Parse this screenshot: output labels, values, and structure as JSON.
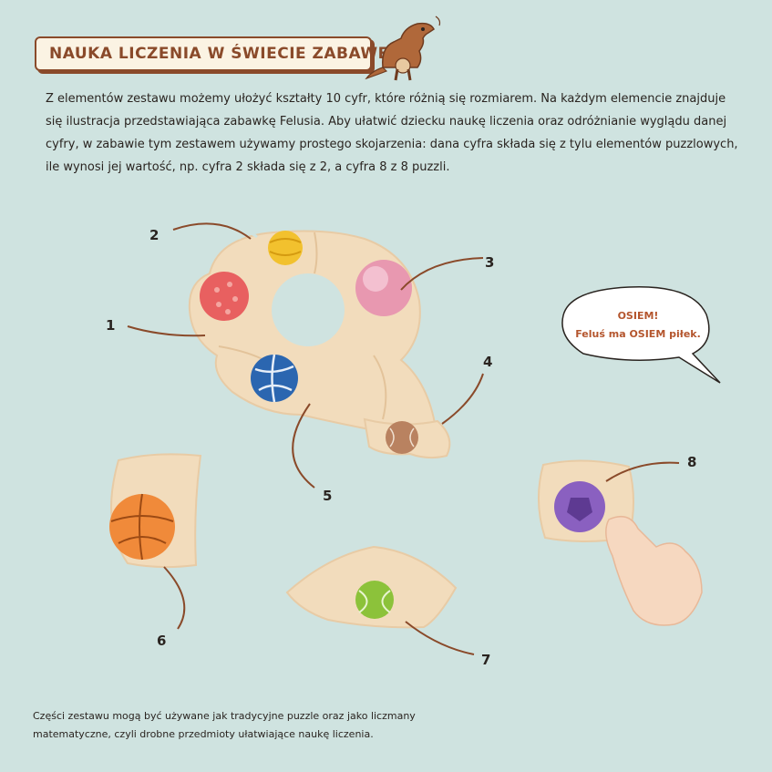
{
  "header": {
    "title": "NAUKA LICZENIA W ŚWIECIE ZABAWEK"
  },
  "intro": {
    "text": "Z elementów zestawu możemy ułożyć kształty 10 cyfr, które różnią się rozmiarem. Na każdym elemencie znajduje się ilustracja przedstawiająca zabawkę Felusia. Aby ułatwić dziecku naukę liczenia oraz odróżnianie wyglądu danej cyfry, w zabawie tym zestawem używamy prostego skojarzenia: dana cyfra składa się z tylu elementów puzzlowych, ile wynosi jej wartość, np. cyfra 2 składa się z 2, a cyfra 8 z 8 puzzli."
  },
  "speech_bubble": {
    "line1": "OSIEM!",
    "line2": "Feluś ma OSIEM piłek."
  },
  "piece_numbers": [
    "1",
    "2",
    "3",
    "4",
    "5",
    "6",
    "7",
    "8"
  ],
  "footer": {
    "text": "Części zestawu mogą być używane jak tradycyjne puzzle oraz jako liczmany matematyczne, czyli drobne przedmioty ułatwiające naukę liczenia."
  },
  "colors": {
    "background": "#cfe3e0",
    "puzzle": "#f2dcbc",
    "accent": "#8a4a2a"
  }
}
